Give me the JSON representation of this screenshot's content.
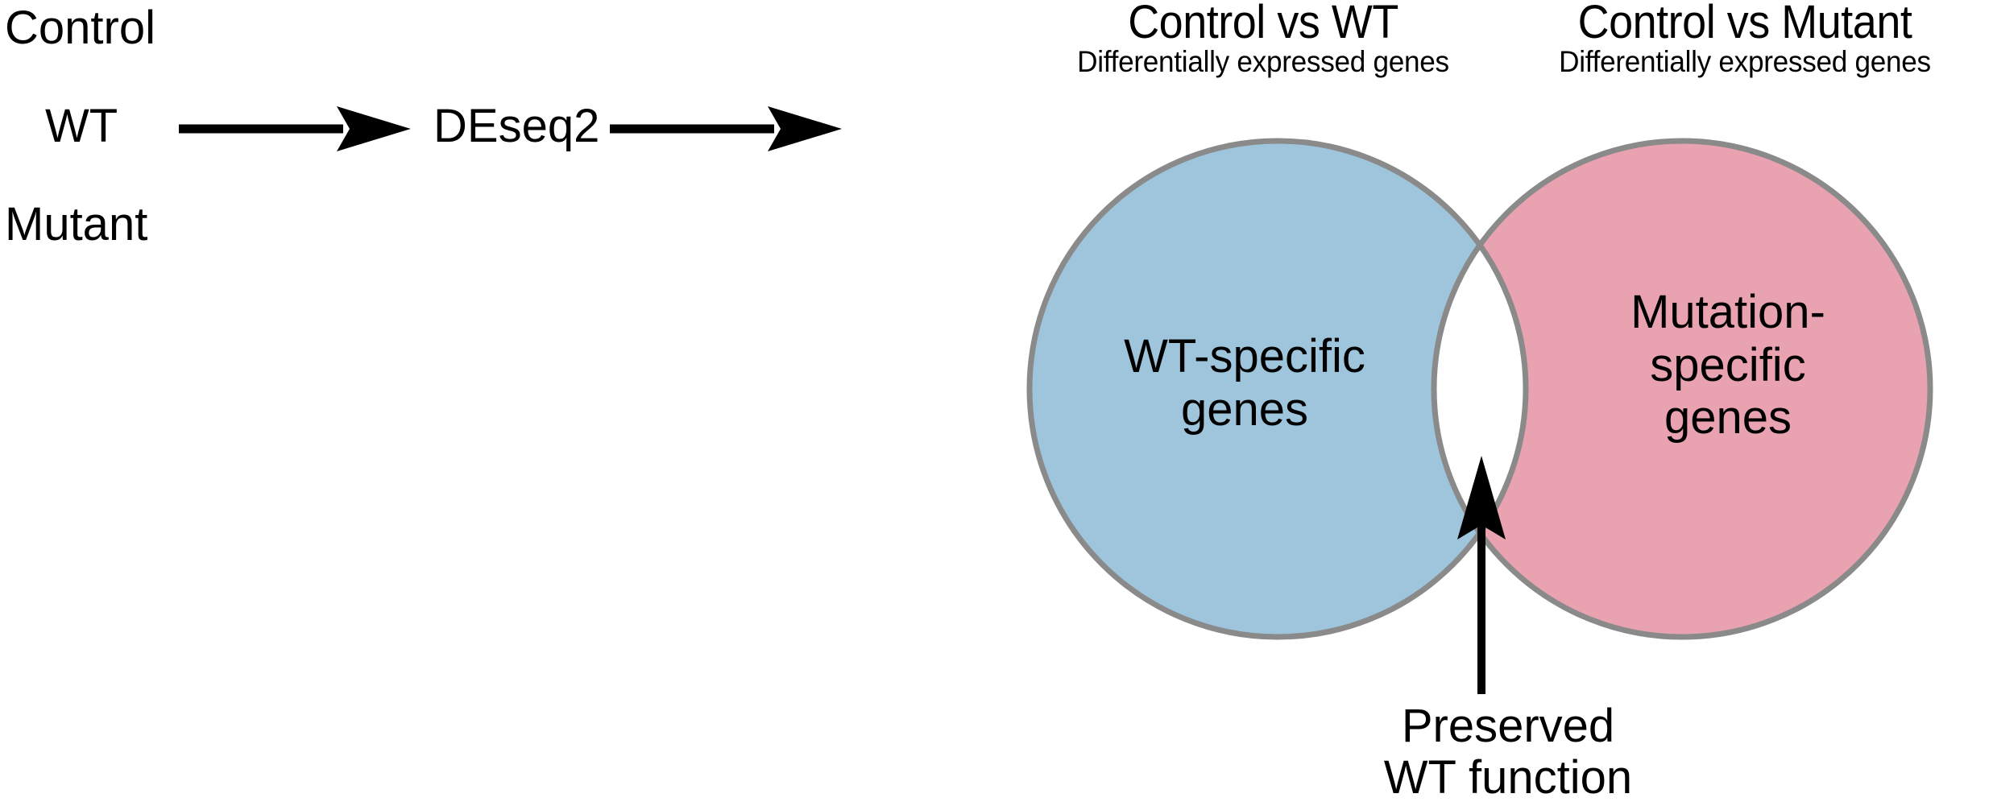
{
  "figure": {
    "type": "venn-diagram-workflow",
    "background_color": "#ffffff"
  },
  "workflow": {
    "samples": [
      {
        "label": "Control"
      },
      {
        "label": "WT"
      },
      {
        "label": "Mutant"
      }
    ],
    "tool": {
      "label": "DEseq2"
    },
    "arrows": [
      {
        "name": "samples-to-tool",
        "direction": "right"
      },
      {
        "name": "tool-to-venn",
        "direction": "right"
      }
    ]
  },
  "venn": {
    "left": {
      "title": "Control vs WT",
      "subtitle": "Differentially expressed genes",
      "region_label_line1": "WT-specific",
      "region_label_line2": "genes",
      "fill_color": "#9EC5DC",
      "stroke_color": "#8a8a8a"
    },
    "right": {
      "title": "Control vs Mutant",
      "subtitle": "Differentially expressed genes",
      "region_label_line1": "Mutation-",
      "region_label_line2": "specific",
      "region_label_line3": "genes",
      "fill_color": "#E9A2B0",
      "stroke_color": "#8a8a8a"
    },
    "intersection": {
      "fill_color": "#ffffff",
      "callout_line1": "Preserved",
      "callout_line2": "WT function"
    }
  },
  "chart_data": {
    "type": "venn",
    "title": "",
    "sets": [
      {
        "name": "Control vs WT",
        "subtitle": "Differentially expressed genes",
        "exclusive_label": "WT-specific genes",
        "color": "#9EC5DC"
      },
      {
        "name": "Control vs Mutant",
        "subtitle": "Differentially expressed genes",
        "exclusive_label": "Mutation-specific genes",
        "color": "#E9A2B0"
      }
    ],
    "intersection_label": "Preserved WT function",
    "intersection_color": "#ffffff",
    "legend": "none",
    "grid": false
  }
}
